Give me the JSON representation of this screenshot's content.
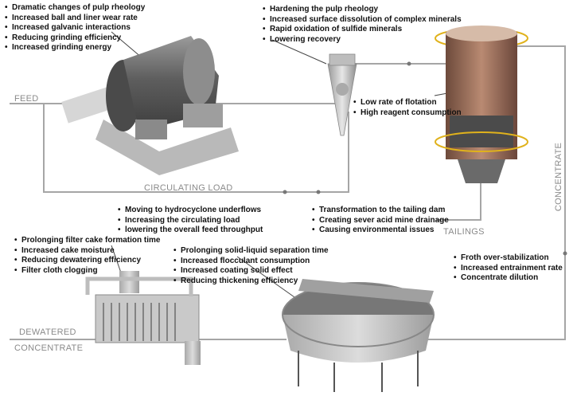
{
  "flow_labels": {
    "feed": "FEED",
    "circulating_load": "CIRCULATING LOAD",
    "tailings": "TAILINGS",
    "concentrate": "CONCENTRATE",
    "dewatered_line1": "DEWATERED",
    "dewatered_line2": "CONCENTRATE"
  },
  "notes": {
    "grinding": [
      "Dramatic changes of pulp rheology",
      "Increased ball and liner wear rate",
      "Increased galvanic interactions",
      "Reducing grinding efficiency",
      "Increased grinding energy"
    ],
    "cyclone": [
      "Hardening the pulp rheology",
      "Increased surface dissolution of complex minerals",
      "Rapid oxidation of sulfide minerals",
      "Lowering recovery"
    ],
    "flotation": [
      "Low rate of flotation",
      "High reagent consumption"
    ],
    "circulating": [
      "Moving to hydrocyclone underflows",
      "Increasing the circulating load",
      "lowering the overall feed throughput"
    ],
    "tailings": [
      "Transformation to the tailing dam",
      "Creating sever acid mine drainage",
      "Causing environmental issues"
    ],
    "filter": [
      "Prolonging filter cake formation time",
      "Increased cake moisture",
      "Reducing dewatering efficiency",
      "Filter cloth clogging"
    ],
    "thickener": [
      "Prolonging solid-liquid separation time",
      "Increased flocculant consumption",
      "Increased coating solid effect",
      "Reducing thickening efficiency"
    ],
    "concentrate": [
      "Froth over-stabilization",
      "Increased entrainment rate",
      "Concentrate dilution"
    ]
  },
  "colors": {
    "flow_line": "#a6a6a6",
    "mill_body": "#6f6f6f",
    "column_body": "#9a6b55",
    "railing": "#e0b21c",
    "steel": "#c7c7c7"
  }
}
